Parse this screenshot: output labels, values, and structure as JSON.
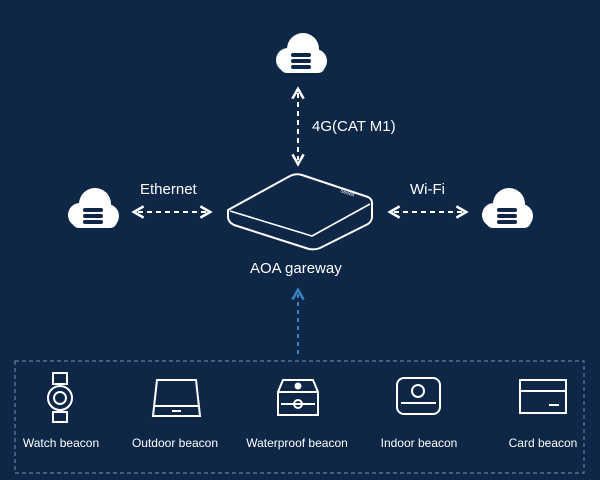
{
  "links": {
    "top": "4G(CAT M1)",
    "left": "Ethernet",
    "right": "Wi-Fi"
  },
  "gateway": {
    "label": "AOA gareway",
    "brand_mark": "Seeed"
  },
  "beacons": [
    {
      "label": "Watch beacon",
      "icon": "watch-beacon-icon"
    },
    {
      "label": "Outdoor beacon",
      "icon": "outdoor-beacon-icon"
    },
    {
      "label": "Waterproof beacon",
      "icon": "waterproof-beacon-icon"
    },
    {
      "label": "Indoor beacon",
      "icon": "indoor-beacon-icon"
    },
    {
      "label": "Card beacon",
      "icon": "card-beacon-icon"
    }
  ],
  "colors": {
    "background": "#0e2747",
    "foreground": "#ffffff",
    "uplink_arrow": "#3b82c4",
    "beacon_border": "#5b7fa6"
  }
}
